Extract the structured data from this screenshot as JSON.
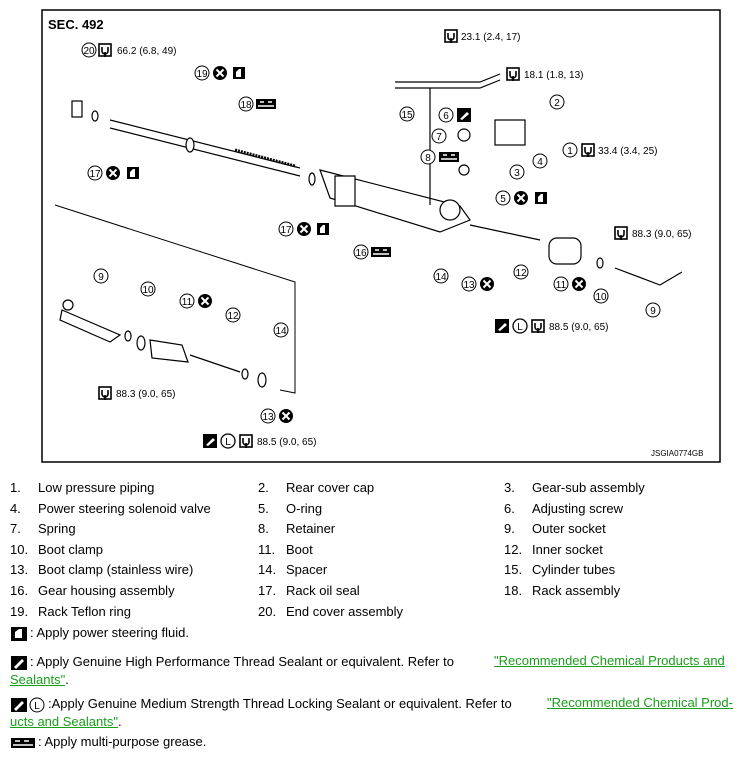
{
  "diagram": {
    "section": "SEC. 492",
    "image_code": "JSGIA0774GB",
    "torques": {
      "t1": "66.2 (6.8, 49)",
      "t2": "23.1 (2.4, 17)",
      "t3": "18.1 (1.8, 13)",
      "t4": "33.4 (3.4, 25)",
      "t5": "88.3 (9.0, 65)",
      "t6": "88.5 (9.0, 65)",
      "t7": "88.3 (9.0, 65)",
      "t8": "88.5 (9.0, 65)"
    },
    "callouts": [
      "1",
      "2",
      "3",
      "4",
      "5",
      "6",
      "7",
      "8",
      "9",
      "10",
      "11",
      "12",
      "13",
      "14",
      "15",
      "16",
      "17",
      "18",
      "19",
      "20"
    ]
  },
  "legend": [
    {
      "num": "1.",
      "label": "Low pressure piping"
    },
    {
      "num": "2.",
      "label": "Rear cover cap"
    },
    {
      "num": "3.",
      "label": "Gear-sub assembly"
    },
    {
      "num": "4.",
      "label": "Power steering solenoid valve"
    },
    {
      "num": "5.",
      "label": "O-ring"
    },
    {
      "num": "6.",
      "label": "Adjusting screw"
    },
    {
      "num": "7.",
      "label": "Spring"
    },
    {
      "num": "8.",
      "label": "Retainer"
    },
    {
      "num": "9.",
      "label": "Outer socket"
    },
    {
      "num": "10.",
      "label": "Boot clamp"
    },
    {
      "num": "11.",
      "label": "Boot"
    },
    {
      "num": "12.",
      "label": "Inner socket"
    },
    {
      "num": "13.",
      "label": "Boot clamp (stainless wire)"
    },
    {
      "num": "14.",
      "label": "Spacer"
    },
    {
      "num": "15.",
      "label": "Cylinder tubes"
    },
    {
      "num": "16.",
      "label": "Gear housing assembly"
    },
    {
      "num": "17.",
      "label": "Rack oil seal"
    },
    {
      "num": "18.",
      "label": "Rack assembly"
    },
    {
      "num": "19.",
      "label": "Rack Teflon ring"
    },
    {
      "num": "20.",
      "label": "End cover assembly"
    }
  ],
  "notes": {
    "fluid": ": Apply power steering fluid.",
    "sealant_hp_text": ": Apply Genuine High Performance Thread Sealant or equivalent. Refer to",
    "sealant_hp_link_a": "\"Recommended Chemical Products and",
    "sealant_hp_link_b": "Sealants\"",
    "sealant_ms_text": ":Apply Genuine Medium Strength Thread Locking Sealant or equivalent. Refer to",
    "sealant_ms_link_a": "\"Recommended Chemical Prod-",
    "sealant_ms_link_b": "ucts and Sealants\"",
    "grease": ": Apply multi-purpose grease."
  },
  "colors": {
    "link": "#1a9e1a",
    "frame": "#000000"
  }
}
